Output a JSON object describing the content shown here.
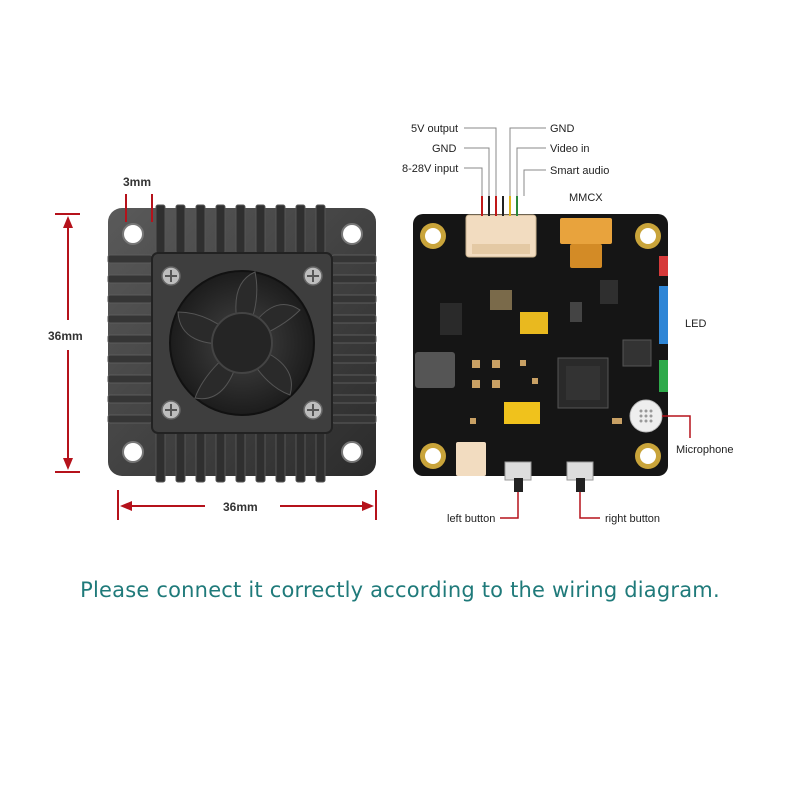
{
  "dimensions": {
    "fin_gap": "3mm",
    "height": "36mm",
    "width": "36mm"
  },
  "pins": {
    "five_v_output": "5V output",
    "gnd_left": "GND",
    "input_voltage": "8-28V input",
    "gnd_right": "GND",
    "video_in": "Video in",
    "smart_audio": "Smart audio"
  },
  "components": {
    "antenna": "MMCX",
    "led": "LED",
    "microphone": "Microphone",
    "left_button": "left button",
    "right_button": "right button"
  },
  "caption": "Please connect it correctly according to the wiring diagram.",
  "colors": {
    "caption": "#1f7a7a",
    "dimension_line": "#b5121b",
    "heatsink": "#3a3a3a",
    "pcb": "#151515",
    "connector": "#f2dcc0",
    "mmcx": "#e8a33d"
  }
}
